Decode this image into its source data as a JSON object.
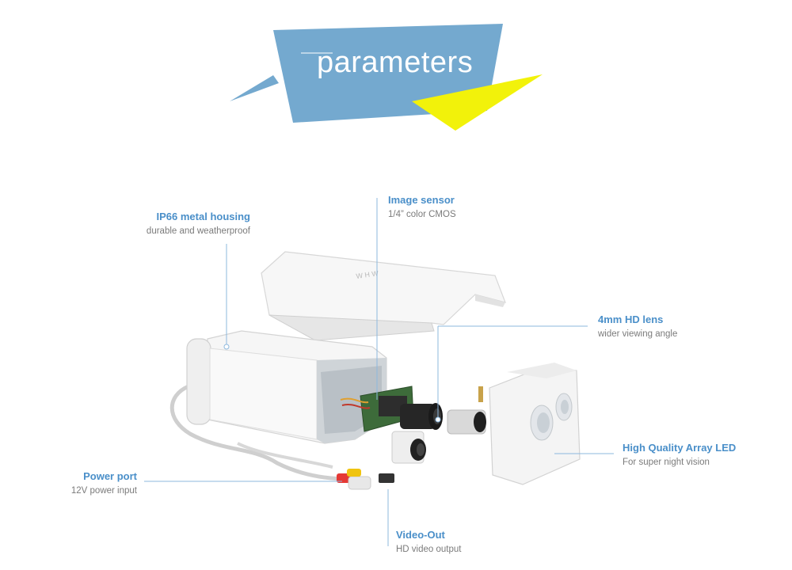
{
  "banner": {
    "title": "parameters",
    "colors": {
      "panel": "#74a9cf",
      "accent": "#f2f20a",
      "title_text": "#ffffff"
    }
  },
  "callouts": {
    "housing": {
      "title": "IP66 metal housing",
      "subtitle": "durable and weatherproof"
    },
    "sensor": {
      "title": "Image sensor",
      "subtitle": "1/4”  color CMOS"
    },
    "lens": {
      "title": "4mm HD lens",
      "subtitle": "wider viewing angle"
    },
    "led": {
      "title": "High Quality Array LED",
      "subtitle": "For super night vision"
    },
    "power": {
      "title": "Power port",
      "subtitle": "12V power input"
    },
    "video": {
      "title": "Video-Out",
      "subtitle": "HD video output"
    }
  },
  "colors": {
    "callout_title": "#4a8fc9",
    "callout_subtitle": "#7b7b7b",
    "leader_line": "#8db8de"
  },
  "icons": [
    "camera-sunshade",
    "camera-housing",
    "camera-board",
    "lens",
    "led-array",
    "power-cable",
    "rca-connector"
  ]
}
